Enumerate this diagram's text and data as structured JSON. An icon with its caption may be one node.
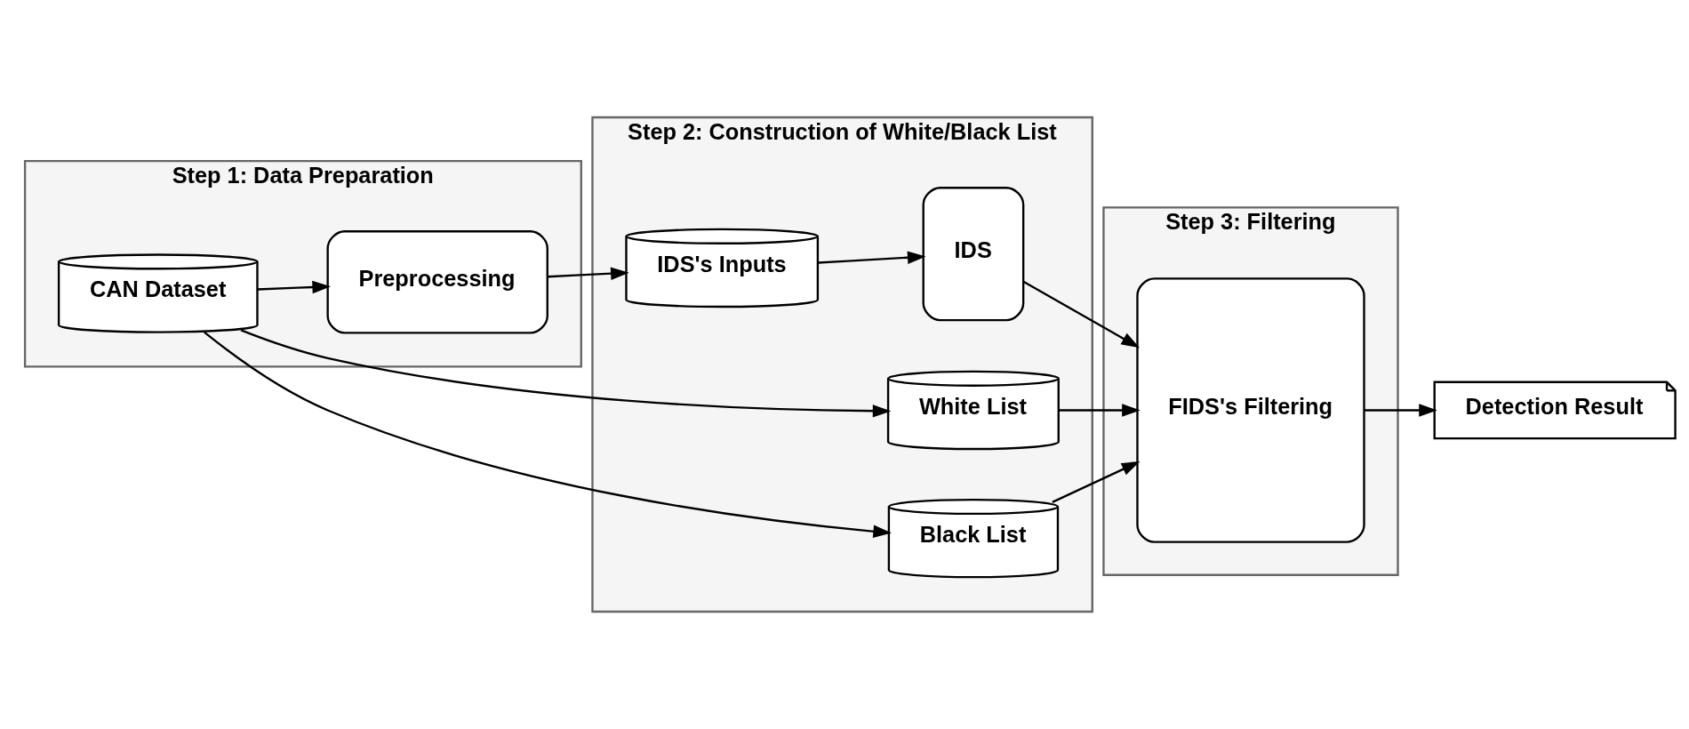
{
  "diagram": {
    "nodes": [
      {
        "text": [
          "Step 1: Data Preparation"
        ]
      },
      {
        "text": [
          "CAN Dataset"
        ],
        "in": 0
      },
      {
        "text": [
          "Preprocessing"
        ],
        "in": 0
      },
      {
        "text": [
          "Step 2: Construction of White/Black List"
        ]
      },
      {
        "text": [
          "White List"
        ],
        "in": 3
      },
      {
        "text": [
          "Black List"
        ],
        "in": 3
      },
      {
        "text": [
          "IDS's Inputs"
        ],
        "in": 3
      },
      {
        "text": [
          "IDS"
        ],
        "in": 3
      },
      {
        "text": [
          "Step 3: Filtering"
        ]
      },
      {
        "text": [
          "FIDS's Filtering"
        ],
        "in": 8
      },
      {
        "text": [
          "Detection Result"
        ]
      }
    ],
    "edges": [
      {
        "from": 1,
        "to": 4,
        "arrow": "to"
      },
      {
        "from": 1,
        "to": 5,
        "arrow": "to"
      },
      {
        "from": 1,
        "to": 2,
        "arrow": "to"
      },
      {
        "from": 2,
        "to": 6,
        "arrow": "to"
      },
      {
        "from": 6,
        "to": 7,
        "arrow": "to"
      },
      {
        "from": 4,
        "to": 9,
        "arrow": "to"
      },
      {
        "from": 5,
        "to": 9,
        "arrow": "to"
      },
      {
        "from": 7,
        "to": 9,
        "arrow": "to"
      },
      {
        "from": 9,
        "to": 10,
        "arrow": "to"
      }
    ]
  }
}
